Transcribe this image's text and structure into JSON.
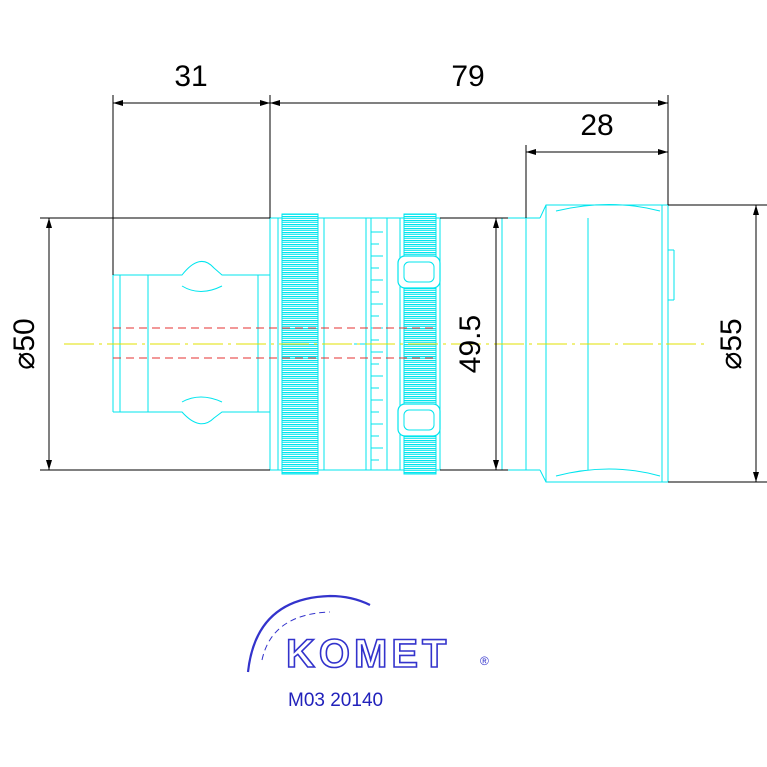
{
  "dimensions": {
    "left_length": "31",
    "total_length": "79",
    "right_length": "28",
    "left_diameter": "⌀50",
    "middle_diameter": "49.5",
    "right_diameter": "⌀55"
  },
  "logo": {
    "brand": "KOMET",
    "registered_mark": "®",
    "part_number": "M03 20140"
  },
  "colors": {
    "outline": "#00e5ee",
    "dimension": "#000000",
    "centerline": "#e0e000",
    "hidden_line": "#e53030",
    "logo": "#3333cc"
  }
}
